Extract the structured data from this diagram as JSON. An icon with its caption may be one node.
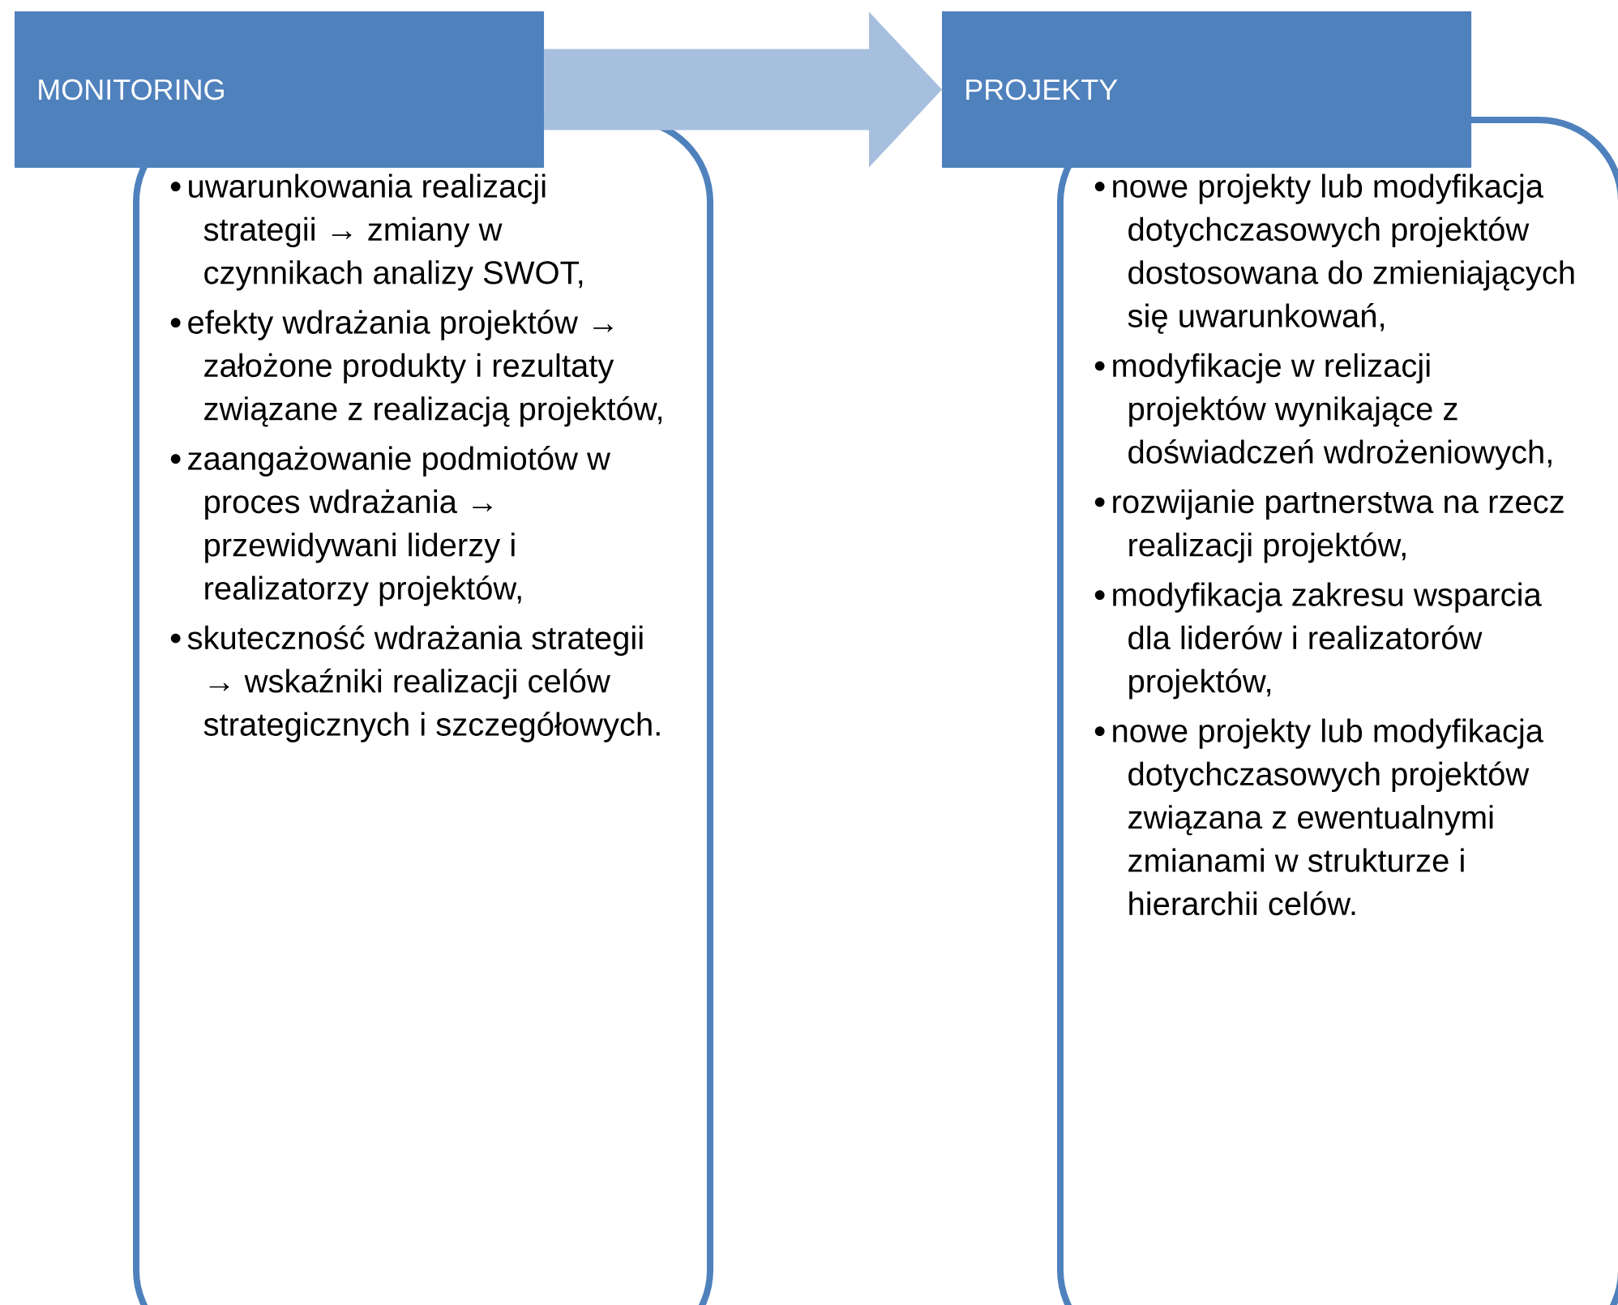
{
  "diagram": {
    "nodes": [
      {
        "text": [
          "MONITORING"
        ]
      },
      {
        "text": [
          "uwarunkowania realizacji strategii → zmiany w czynnikach analizy SWOT,",
          "efekty wdrażania projektów → założone produkty i rezultaty związane z realizacją projektów,",
          "zaangażowanie podmiotów w proces wdrażania → przewidywani liderzy i realizatorzy projektów,",
          "skuteczność wdrażania strategii → wskaźniki realizacji celów strategicznych i szczegółowych."
        ]
      },
      {
        "text": [
          "PROJEKTY"
        ]
      },
      {
        "text": [
          "nowe projekty lub modyfikacja dotychczasowych projektów dostosowana do zmieniających się uwarunkowań,",
          "modyfikacje w relizacji projektów wynikające z doświadczeń wdrożeniowych,",
          "rozwijanie partnerstwa na rzecz realizacji projektów,",
          "modyfikacja zakresu wsparcia dla liderów i realizatorów projektów,",
          "nowe projekty lub modyfikacja dotychczasowych projektów związana z ewentualnymi zmianami w strukturze i hierarchii celów."
        ]
      }
    ],
    "edges": [
      {
        "from": 0,
        "to": 2,
        "arrow": "to"
      }
    ]
  }
}
